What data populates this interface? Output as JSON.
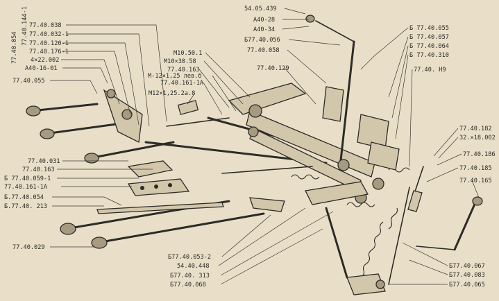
{
  "diagram": {
    "ink_color": "#2b2a27",
    "paper_color": "#e9dfc8",
    "labels_left": {
      "vertical_1": "77.40.054",
      "vertical_2": "77.40.144-1",
      "l1": "77.40.038",
      "l2": "77.40.032-1",
      "l3": "77.40.120-1",
      "l4": "77.40.176-1",
      "l5": "4×22.002",
      "l6": "A40-16-01",
      "l7": "77.40.055",
      "l8": "77.40.031",
      "l9": "77.40.163",
      "l10": "Б 77.40.059-1",
      "l11": "77.40.161-1А",
      "l12": "Б.77.40.054",
      "l13": "Б.77.40. 213",
      "l14": "77.40.029"
    },
    "labels_center": {
      "c1": "М10.50.1",
      "c2": "М10×30.58",
      "c3": "77.40.163",
      "c4": "М-12×1,25 лев.б",
      "c5": "77.40.161-1А",
      "c6": "М12×1,25.2а.8",
      "c7": "54.05.439",
      "c8": "А40-28",
      "c9": "А40-34",
      "c10": "Б77.40.056",
      "c11": "77.40.058",
      "c12": "77.40.129"
    },
    "labels_right": {
      "r1": "Б 77.40.055",
      "r2": "Б 77.40.057",
      "r3": "Б 77.40.064",
      "r4": "Б 77.40.310",
      "r5": "77.40. Н9",
      "r6": "77.40.182",
      "r7": "32.×18.002",
      "r8": "77.40.186",
      "r9": "77.40.185",
      "r10": "77.40.165"
    },
    "labels_bottom": {
      "b1": "Б77.40.053-2",
      "b2": "54.40.448",
      "b3": "Б77.40. 313",
      "b4": "Б77.40.068",
      "b5": "Б77.40.067",
      "b6": "Б77.40.083",
      "b7": "Б77.40.065"
    }
  }
}
